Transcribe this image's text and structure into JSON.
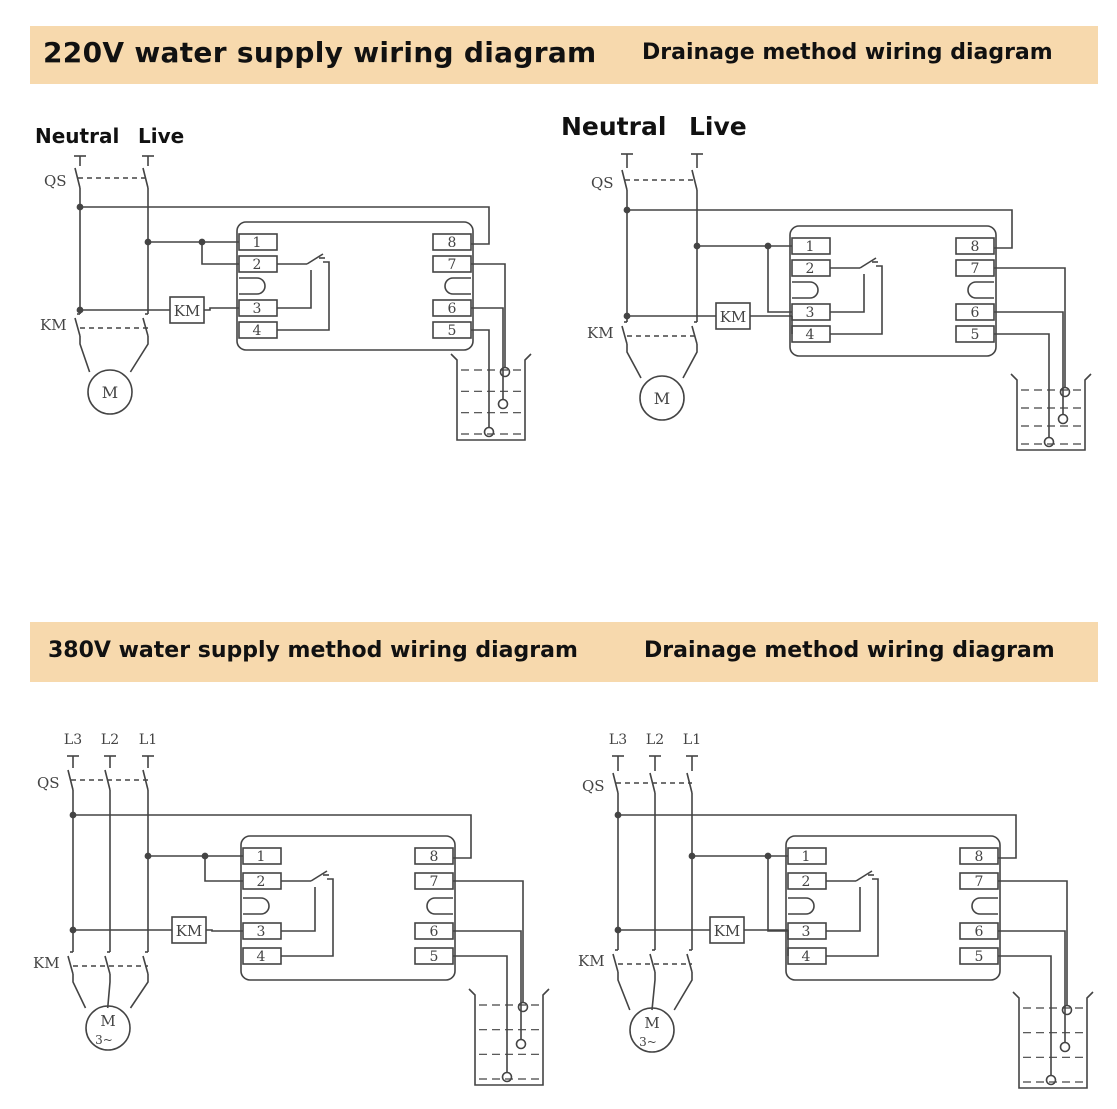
{
  "banners": {
    "top_left": "220V water supply wiring diagram",
    "top_right": "Drainage method wiring diagram",
    "bottom_left": "380V water supply method wiring diagram",
    "bottom_right": "Drainage method wiring diagram"
  },
  "power_labels": {
    "neutral": "Neutral",
    "live": "Live"
  },
  "schematic": {
    "switch_label": "QS",
    "contactor_label": "KM",
    "motor_label": "M",
    "motor_3phase_suffix": "3~",
    "phases": [
      "L3",
      "L2",
      "L1"
    ],
    "terminals_left": [
      "1",
      "2",
      "3",
      "4"
    ],
    "terminals_right": [
      "8",
      "7",
      "6",
      "5"
    ]
  },
  "colors": {
    "banner_bg": "#f7d9ad",
    "line": "#444444"
  }
}
